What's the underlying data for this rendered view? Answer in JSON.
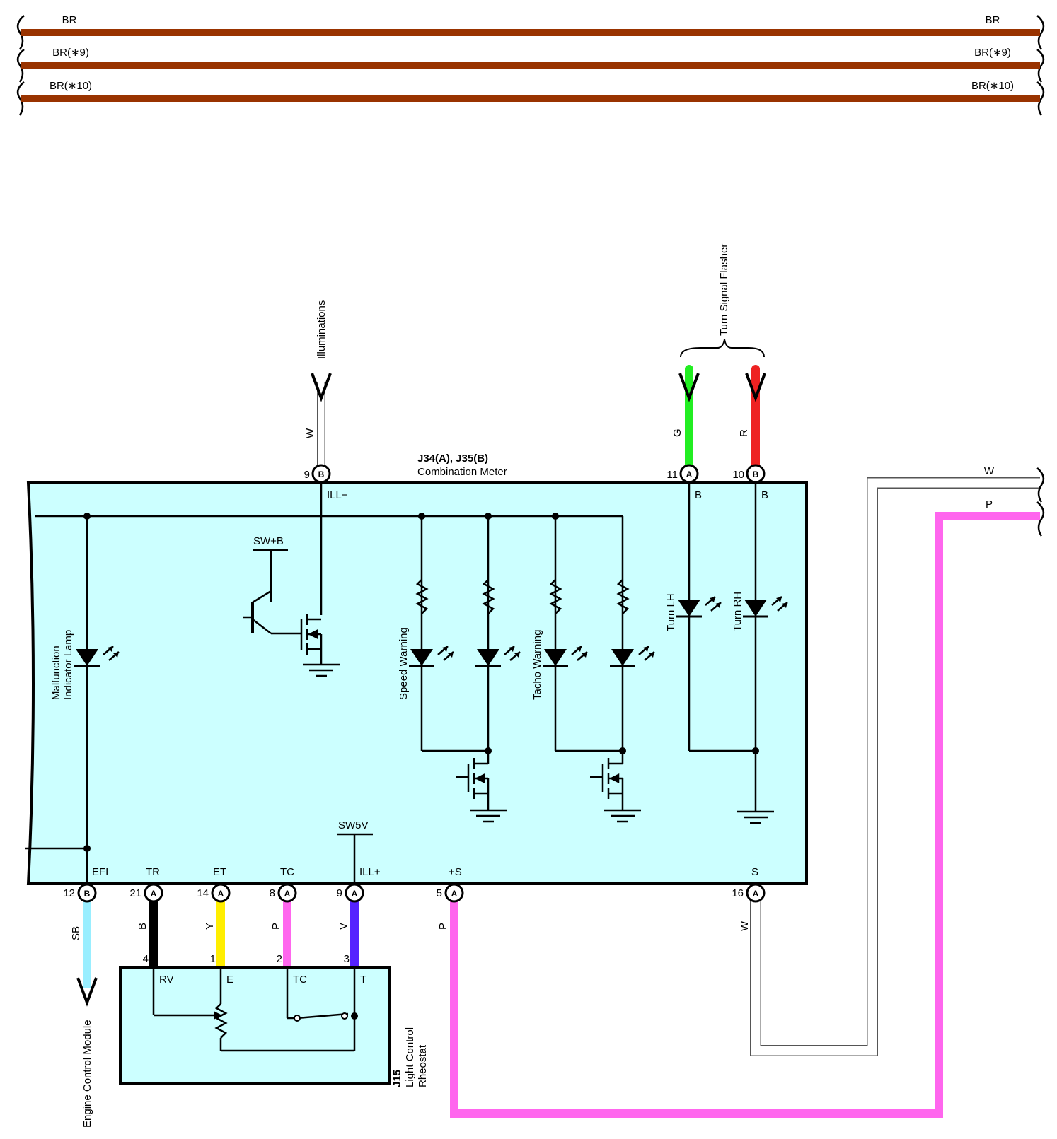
{
  "bus_wires": {
    "color": "#993300",
    "rows": [
      {
        "left_label": "BR",
        "right_label": "BR"
      },
      {
        "left_label": "BR(∗9)",
        "right_label": "BR(∗9)"
      },
      {
        "left_label": "BR(∗10)",
        "right_label": "BR(∗10)"
      }
    ]
  },
  "colors": {
    "module_fill": "#ccffff",
    "wire_SB": "#99eeff",
    "wire_B": "#000000",
    "wire_Y": "#ffee00",
    "wire_P": "#ff66ee",
    "wire_V": "#5522ff",
    "wire_G": "#22ee22",
    "wire_R": "#ee2222",
    "wire_W_outline": "#555555"
  },
  "meter": {
    "title_line1": "J34(A), J35(B)",
    "title_line2": "Combination Meter"
  },
  "top_connectors": [
    {
      "pin": "9",
      "connector": "B",
      "wire": "W",
      "inner": "ILL−"
    },
    {
      "pin": "11",
      "connector": "A",
      "wire": "G",
      "inner": "B"
    },
    {
      "pin": "10",
      "connector": "B",
      "wire": "R",
      "inner": "B"
    }
  ],
  "bottom_connectors": [
    {
      "pin": "12",
      "connector": "B",
      "inner": "EFI",
      "wire": "SB"
    },
    {
      "pin": "21",
      "connector": "A",
      "inner": "TR",
      "wire": "B",
      "rheo_pin": "4"
    },
    {
      "pin": "14",
      "connector": "A",
      "inner": "ET",
      "wire": "Y",
      "rheo_pin": "1"
    },
    {
      "pin": "8",
      "connector": "A",
      "inner": "TC",
      "wire": "P",
      "rheo_pin": "2"
    },
    {
      "pin": "9",
      "connector": "A",
      "inner": "ILL+",
      "wire": "V",
      "rheo_pin": "3"
    },
    {
      "pin": "5",
      "connector": "A",
      "inner": "+S",
      "wire": "P"
    },
    {
      "pin": "16",
      "connector": "A",
      "inner": "S",
      "wire": "W"
    }
  ],
  "destinations": {
    "illuminations": "Illuminations",
    "turn_signal_flasher": "Turn Signal Flasher",
    "engine_control_module": "Engine Control Module"
  },
  "internal": {
    "sw_b": "SW+B",
    "sw5v": "SW5V",
    "mil_line1": "Malfunction",
    "mil_line2": "Indicator Lamp",
    "speed_warning": "Speed Warning",
    "tacho_warning": "Tacho Warning",
    "turn_lh": "Turn LH",
    "turn_rh": "Turn RH"
  },
  "rheostat": {
    "id": "J15",
    "line1": "Light Control",
    "line2": "Rheostat",
    "terminals": [
      "RV",
      "E",
      "TC",
      "T"
    ]
  },
  "right_wires": {
    "upper": "W",
    "lower": "P"
  }
}
